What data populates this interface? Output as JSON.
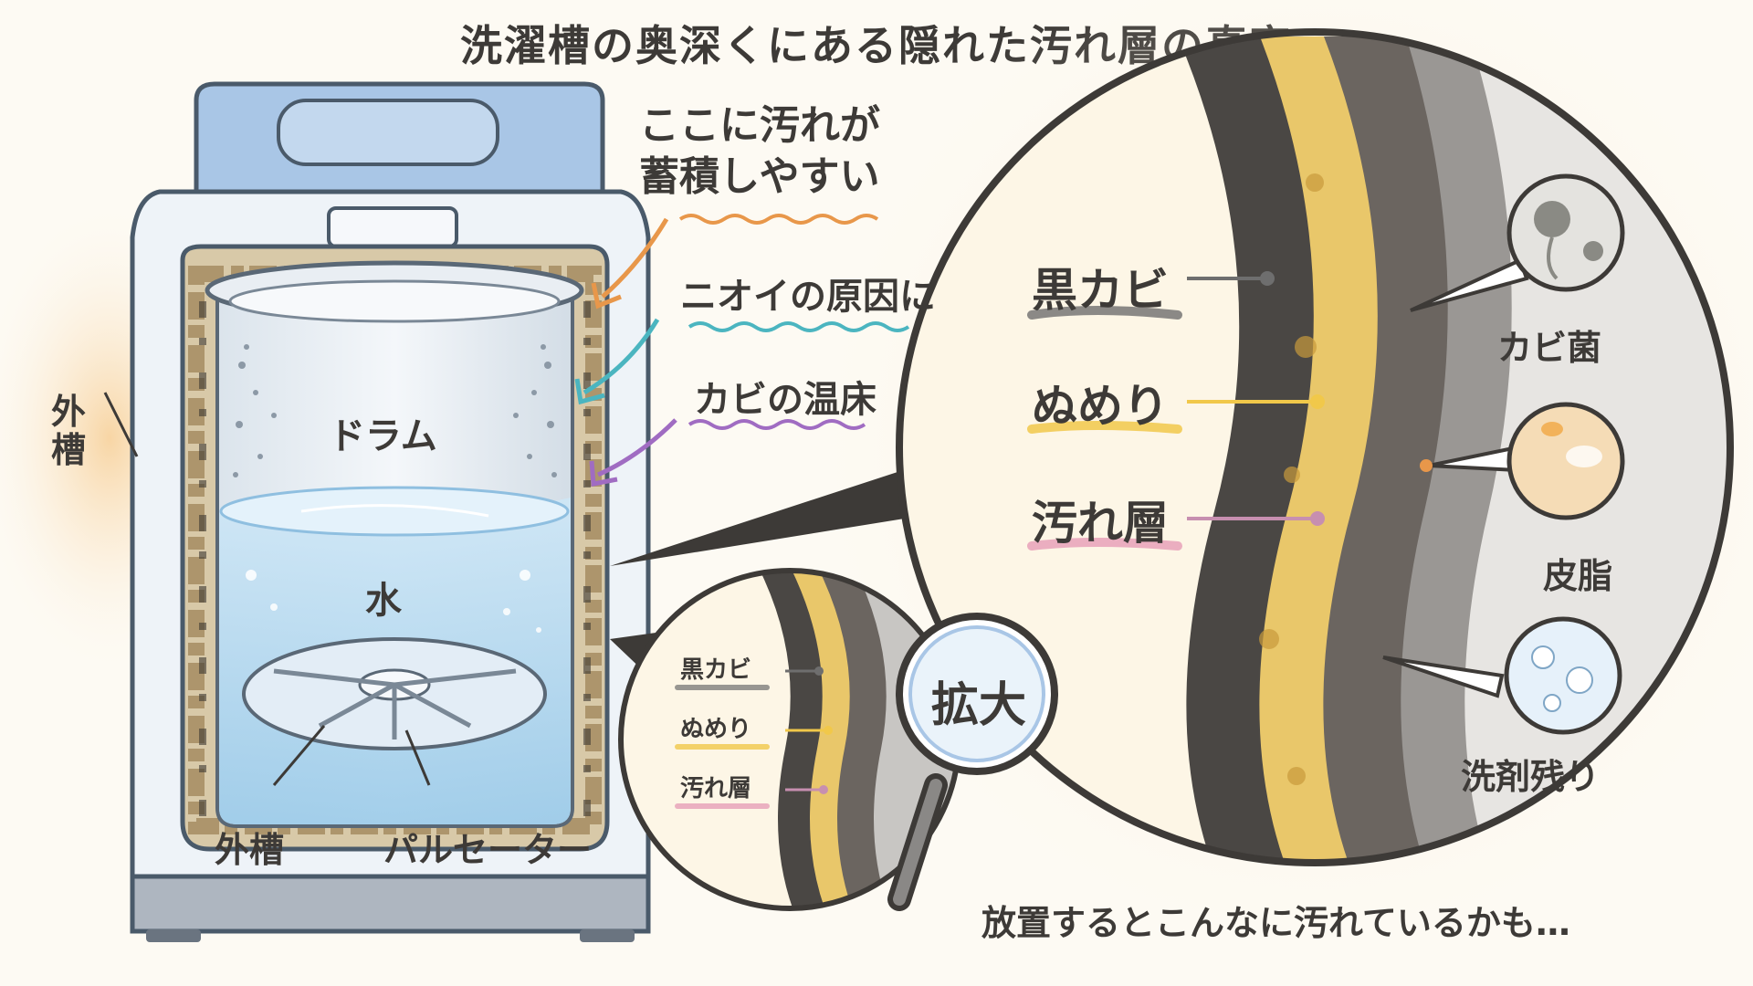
{
  "title": "洗濯槽の奥深くにある隠れた汚れ層の真実",
  "callouts": {
    "accumulate": "ここに汚れが\n蓄積しやすい",
    "odor": "ニオイの原因に",
    "mold_bed": "カビの温床"
  },
  "machine_labels": {
    "outer_tub_left": "外\n槽",
    "drum": "ドラム",
    "water": "水",
    "outer_tub_bottom": "外槽",
    "pulsator": "パルセーター"
  },
  "small_zoom_labels": {
    "black_mold": "黒カビ",
    "slime": "ぬめり",
    "dirt_layer": "汚れ層"
  },
  "magnifier_label": "拡大",
  "big_zoom_labels": {
    "black_mold": "黒カビ",
    "slime": "ぬめり",
    "dirt_layer": "汚れ層"
  },
  "bubble_labels": {
    "mold_fungus": "カビ菌",
    "sebum": "皮脂",
    "detergent_residue": "洗剤残り"
  },
  "footer": "放置するとこんなに汚れているかも…",
  "colors": {
    "orange": "#e8974a",
    "teal": "#4bb5c0",
    "purple": "#a06cc2",
    "gray": "#6e6e6e",
    "yellow": "#f1c84a",
    "pink": "#e7a1b8",
    "machine_blue": "#a9c6e6",
    "body_white": "#eef3f8",
    "dark": "#3d3a37"
  }
}
